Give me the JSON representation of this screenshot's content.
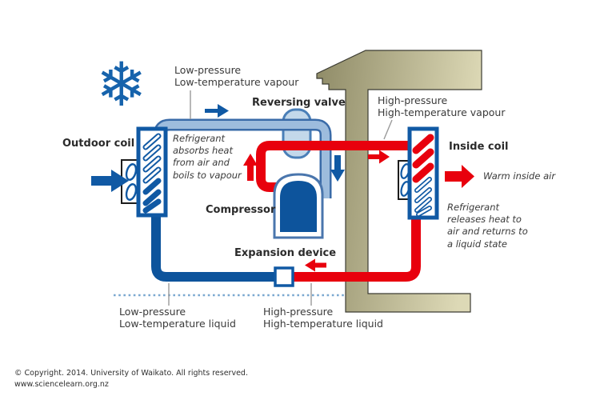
{
  "labels": {
    "outdoor_coil": "Outdoor coil",
    "low_vapour": "Low-pressure\nLow-temperature vapour",
    "reversing_valve": "Reversing valve",
    "high_vapour": "High-pressure\nHigh-temperature vapour",
    "inside_coil": "Inside coil",
    "compressor": "Compressor",
    "expansion_device": "Expansion device",
    "low_liquid": "Low-pressure\nLow-temperature liquid",
    "high_liquid": "High-pressure\nHigh-temperature liquid"
  },
  "annotations": {
    "absorb": "Refrigerant\nabsorbs heat\nfrom air and\nboils to vapour",
    "warm_air": "Warm inside air",
    "release": "Refrigerant\nreleases heat to\nair and returns to\na liquid state"
  },
  "icons": {
    "snowflake_glyph": "❄"
  },
  "colors": {
    "dark_blue_pipe": "#0d549c",
    "medium_blue": "#1059a4",
    "light_pipe_fill": "#9dbcdd",
    "light_pipe_edge": "#3a6ba8",
    "valve_fill": "#c3d8ea",
    "valve_edge": "#4a7fb8",
    "red": "#e8000d",
    "wall_dark": "#8f8b67",
    "wall_light": "#ddd9b6",
    "dotted_line": "#7aa8d0",
    "text": "#3a3a3a"
  },
  "footer": {
    "copyright": "© Copyright. 2014. University of Waikato. All rights reserved.",
    "website": "www.sciencelearn.org.nz"
  }
}
